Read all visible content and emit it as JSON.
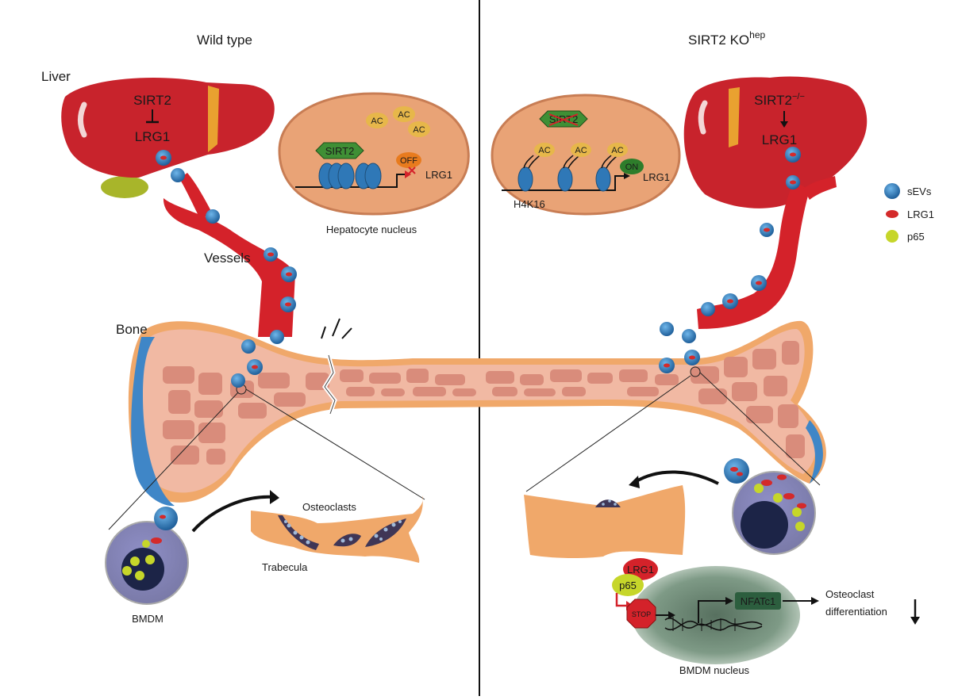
{
  "panels": {
    "left_title": "Wild type",
    "right_title_main": "SIRT2 KO",
    "right_title_sup": "hep"
  },
  "labels": {
    "liver": "Liver",
    "vessels": "Vessels",
    "bone": "Bone",
    "hepatocyte_nucleus": "Hepatocyte nucleus",
    "osteoclasts": "Osteoclasts",
    "trabecula": "Trabecula",
    "bmdm": "BMDM",
    "bmdm_nucleus": "BMDM nucleus",
    "osteoclast": "Osteoclast",
    "differentiation": "differentiation"
  },
  "liver_wt": {
    "top": "SIRT2",
    "bottom": "LRG1"
  },
  "liver_ko": {
    "top": "SIRT2",
    "top_sup": "−/−",
    "bottom": "LRG1"
  },
  "nucleus_wt": {
    "sirt2": "SIRT2",
    "ac": [
      "AC",
      "AC",
      "AC"
    ],
    "off": "OFF",
    "gene": "LRG1"
  },
  "nucleus_ko": {
    "sirt2": "SIRT2",
    "ac": [
      "AC",
      "AC",
      "AC"
    ],
    "on": "ON",
    "gene": "LRG1",
    "histone": "H4K16"
  },
  "signal": {
    "lrg1": "LRG1",
    "p65": "p65",
    "stop": "STOP",
    "nfatc1": "NFATc1"
  },
  "legend": [
    {
      "label": "sEVs",
      "icon": "sev-icon",
      "color": "#2f7fc1"
    },
    {
      "label": "LRG1",
      "icon": "lrg1-icon",
      "color": "#d42a2a"
    },
    {
      "label": "p65",
      "icon": "p65-icon",
      "color": "#c6d62a"
    }
  ],
  "colors": {
    "liver": "#c8232c",
    "bone": "#e9a98b",
    "bone_edge": "#f0a86a",
    "vessel": "#d4222a",
    "sev": "#2f7fc1",
    "nucleus": "#e9a376",
    "histone": "#2f78b7",
    "sirt2": "#3f8f35",
    "ac": "#e7b74a"
  }
}
